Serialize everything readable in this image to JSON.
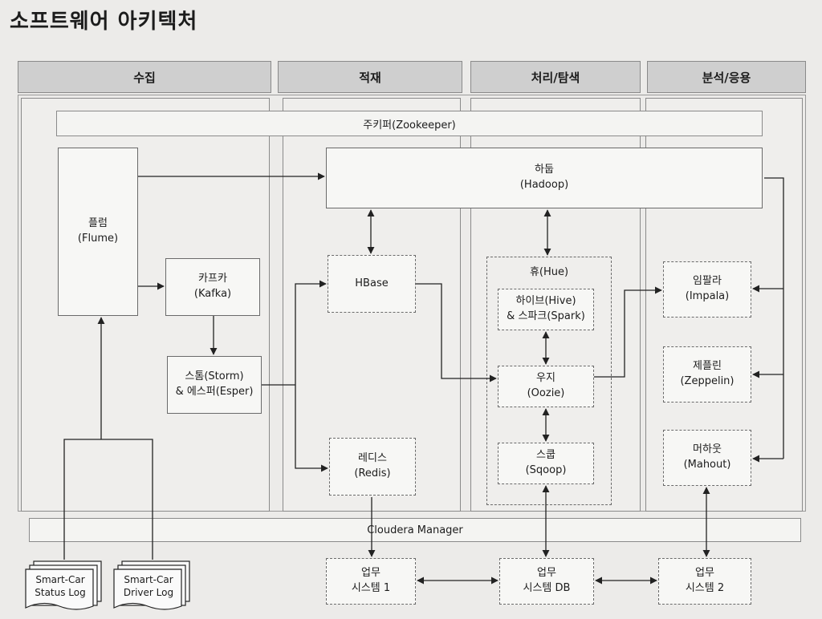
{
  "title": "소프트웨어 아키텍처",
  "columns": {
    "collect": "수집",
    "store": "적재",
    "process": "처리/탐색",
    "analyze": "분석/응용"
  },
  "zookeeper": "주키퍼(Zookeeper)",
  "cloudera": "Cloudera Manager",
  "hadoop": {
    "ko": "하둡",
    "en": "(Hadoop)"
  },
  "flume": {
    "ko": "플럼",
    "en": "(Flume)"
  },
  "kafka": {
    "ko": "카프카",
    "en": "(Kafka)"
  },
  "storm": {
    "line1": "스톰(Storm)",
    "line2": "& 에스퍼(Esper)"
  },
  "hbase": "HBase",
  "redis": {
    "ko": "레디스",
    "en": "(Redis)"
  },
  "hue": "휴(Hue)",
  "hive": {
    "line1": "하이브(Hive)",
    "line2": "& 스파크(Spark)"
  },
  "oozie": {
    "ko": "우지",
    "en": "(Oozie)"
  },
  "sqoop": {
    "ko": "스쿱",
    "en": "(Sqoop)"
  },
  "impala": {
    "ko": "임팔라",
    "en": "(Impala)"
  },
  "zeppelin": {
    "ko": "제플린",
    "en": "(Zeppelin)"
  },
  "mahout": {
    "ko": "머하웃",
    "en": "(Mahout)"
  },
  "logs": [
    {
      "line1": "Smart-Car",
      "line2": "Status Log"
    },
    {
      "line1": "Smart-Car",
      "line2": "Driver Log"
    }
  ],
  "systems": [
    {
      "line1": "업무",
      "line2": "시스템 1"
    },
    {
      "line1": "업무",
      "line2": "시스템 DB"
    },
    {
      "line1": "업무",
      "line2": "시스템 2"
    }
  ]
}
